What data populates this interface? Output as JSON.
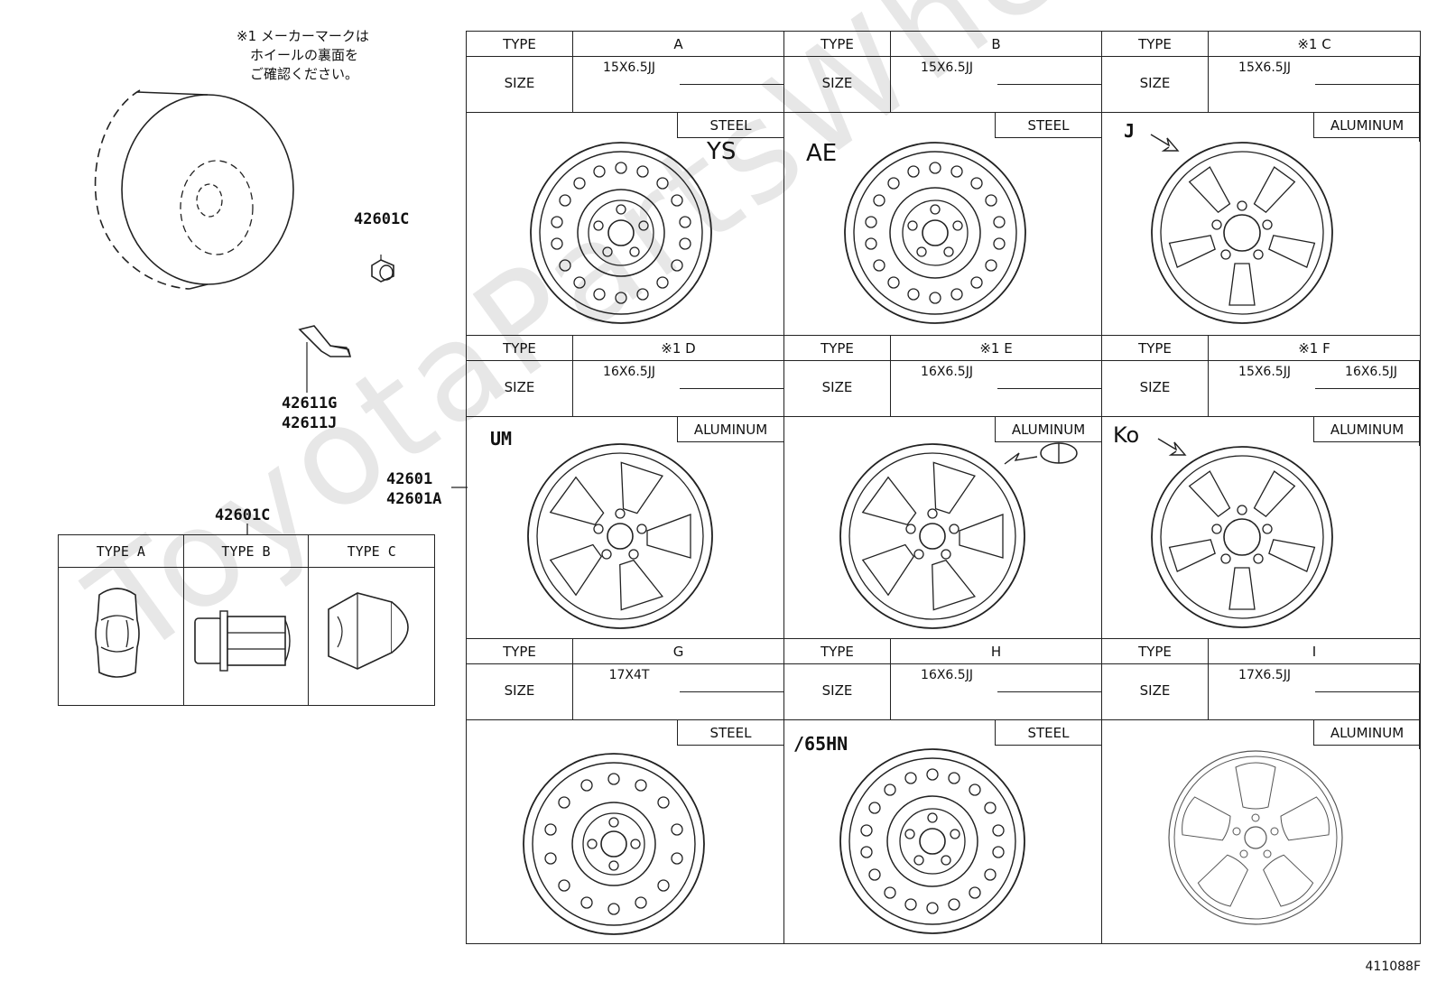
{
  "watermark": "ToyotaPartsWheel",
  "note": "※1 メーカーマークは\n　ホイールの裏面を\n　ご確認ください。",
  "parts": {
    "cap_top": "42601C",
    "valve": "42611G\n42611J",
    "wheel": "42601\n42601A",
    "nut": "42601C"
  },
  "nut_types": [
    "TYPE  A",
    "TYPE  B",
    "TYPE  C"
  ],
  "labels": {
    "type": "TYPE",
    "size": "SIZE"
  },
  "wheels": [
    {
      "type": "A",
      "size": "15X6.5JJ",
      "size2": "",
      "material": "STEEL",
      "mark": "YS"
    },
    {
      "type": "B",
      "size": "15X6.5JJ",
      "size2": "",
      "material": "STEEL",
      "mark": "AE"
    },
    {
      "type": "※1 C",
      "size": "15X6.5JJ",
      "size2": "",
      "material": "ALUMINUM",
      "mark": "J"
    },
    {
      "type": "※1 D",
      "size": "16X6.5JJ",
      "size2": "",
      "material": "ALUMINUM",
      "mark": "UM"
    },
    {
      "type": "※1 E",
      "size": "16X6.5JJ",
      "size2": "",
      "material": "ALUMINUM",
      "mark": ""
    },
    {
      "type": "※1 F",
      "size": "15X6.5JJ",
      "size2": "16X6.5JJ",
      "material": "ALUMINUM",
      "mark": "Ko"
    },
    {
      "type": "G",
      "size": "17X4T",
      "size2": "",
      "material": "STEEL",
      "mark": ""
    },
    {
      "type": "H",
      "size": "16X6.5JJ",
      "size2": "",
      "material": "STEEL",
      "mark": "/65HN"
    },
    {
      "type": "I",
      "size": "17X6.5JJ",
      "size2": "",
      "material": "ALUMINUM",
      "mark": ""
    }
  ],
  "diagram_code": "411088F"
}
